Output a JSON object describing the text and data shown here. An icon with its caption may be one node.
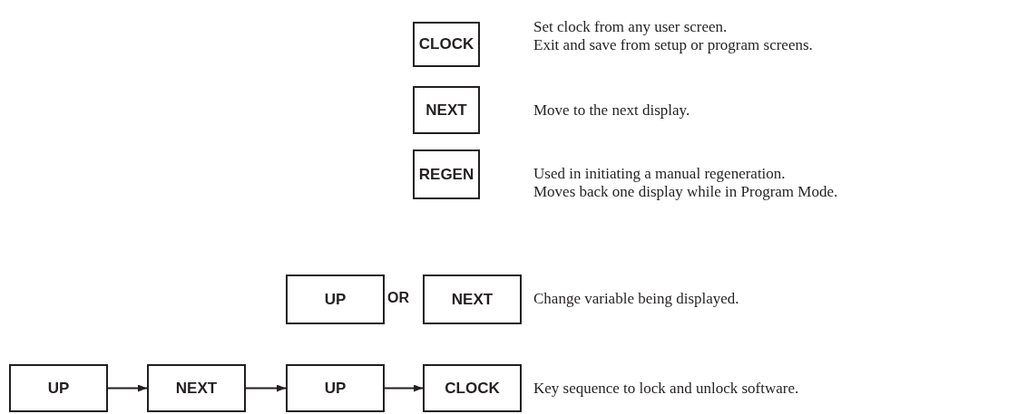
{
  "diagram": {
    "nodes": [
      {
        "text": [
          "CLOCK"
        ],
        "beside": [
          "Set clock from any user screen.",
          "Exit and save from setup or program screens."
        ]
      },
      {
        "text": [
          "NEXT"
        ],
        "beside": [
          "Move to the next display."
        ]
      },
      {
        "text": [
          "REGEN"
        ],
        "beside": [
          "Used in initiating a manual regeneration.",
          "Moves back one display while in Program Mode."
        ]
      },
      {
        "text": [
          "UP"
        ]
      },
      {
        "text": [
          "NEXT"
        ],
        "beside": [
          "Change variable being displayed."
        ]
      },
      {
        "text": [
          "UP"
        ]
      },
      {
        "text": [
          "NEXT"
        ]
      },
      {
        "text": [
          "UP"
        ]
      },
      {
        "text": [
          "CLOCK"
        ],
        "beside": [
          "Key sequence to lock and unlock software."
        ]
      }
    ],
    "edges": [
      {
        "from": 5,
        "to": 6,
        "arrow": "to"
      },
      {
        "from": 6,
        "to": 7,
        "arrow": "to"
      },
      {
        "from": 7,
        "to": 8,
        "arrow": "to"
      }
    ],
    "labels": [
      "OR"
    ]
  }
}
